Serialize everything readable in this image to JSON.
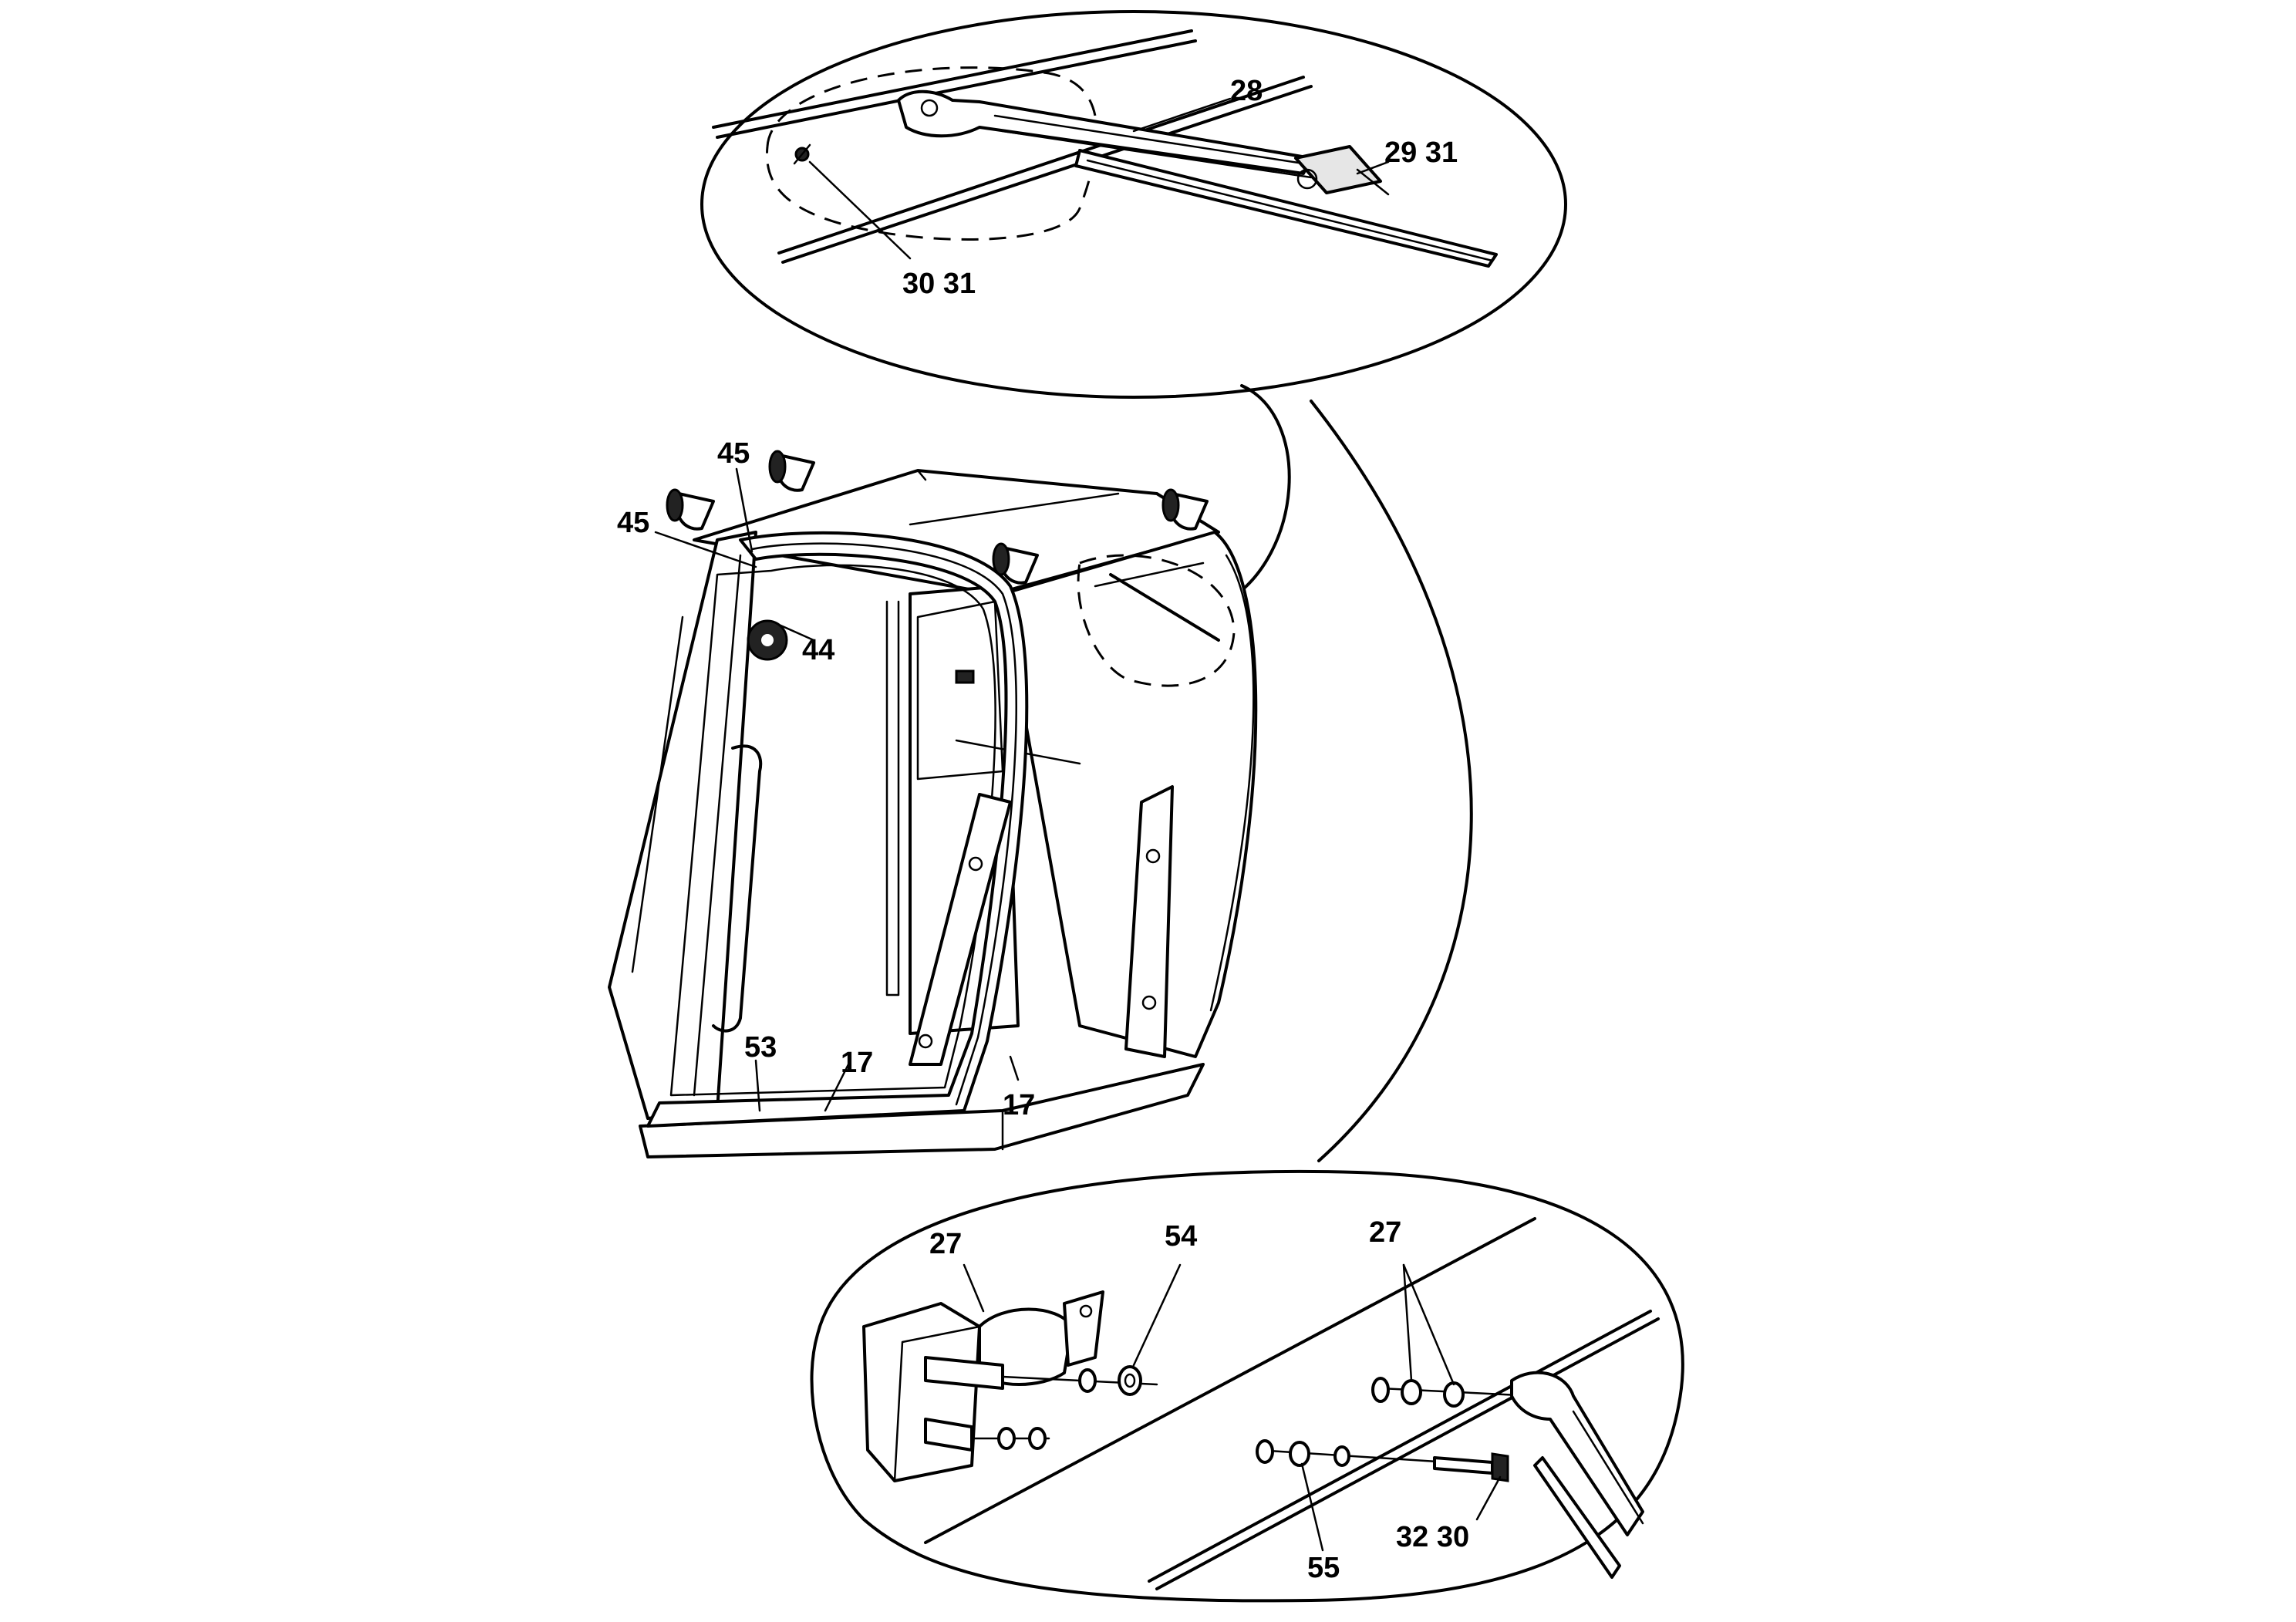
{
  "callouts": {
    "c28": "28",
    "c29_31": "29 31",
    "c30_31": "30 31",
    "c45a": "45",
    "c45b": "45",
    "c44": "44",
    "c53": "53",
    "c17a": "17",
    "c17b": "17",
    "c27a": "27",
    "c54": "54",
    "c27b": "27",
    "c55": "55",
    "c32_30": "32 30"
  }
}
